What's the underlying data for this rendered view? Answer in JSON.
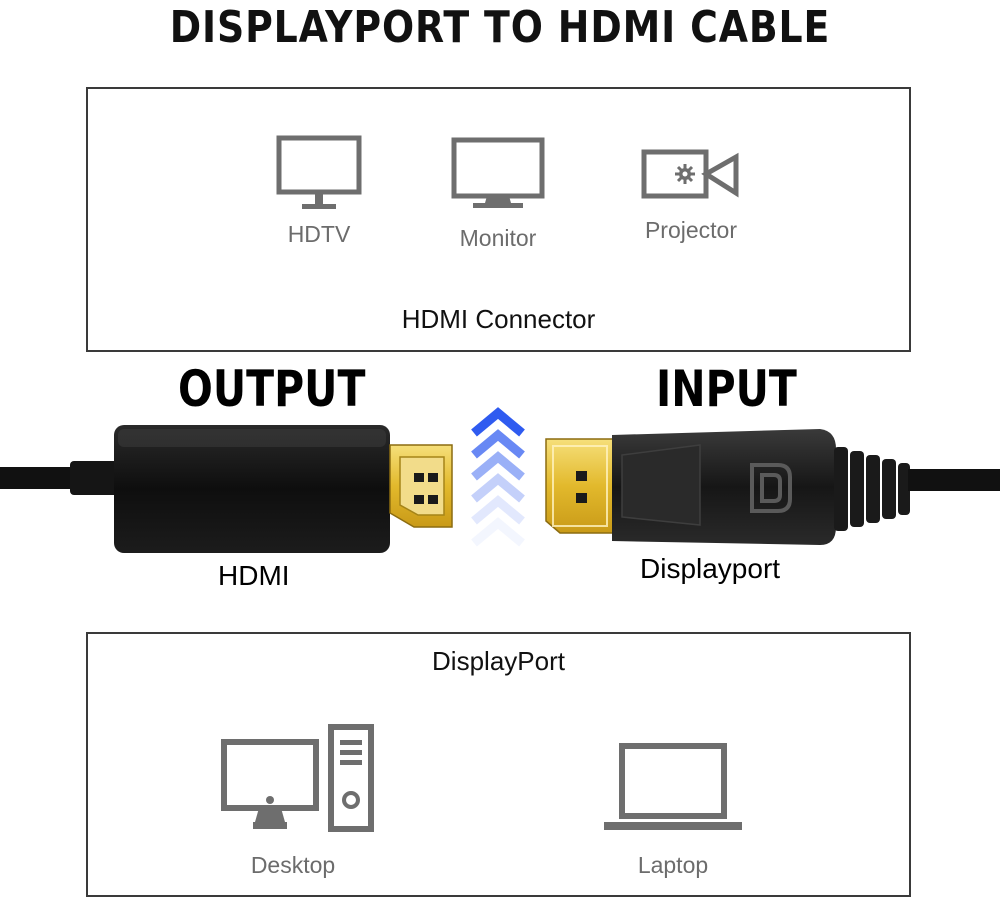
{
  "title": "DISPLAYPORT TO HDMI CABLE",
  "hdmi_panel": {
    "devices": [
      {
        "label": "HDTV",
        "icon": "hdtv-icon"
      },
      {
        "label": "Monitor",
        "icon": "monitor-icon"
      },
      {
        "label": "Projector",
        "icon": "projector-icon"
      }
    ],
    "caption": "HDMI Connector"
  },
  "cable": {
    "output_label": "OUTPUT",
    "input_label": "INPUT",
    "hdmi_label": "HDMI",
    "displayport_label": "Displayport",
    "arrow_color": "#2f5bf0",
    "gold_color": "#e6c233"
  },
  "dp_panel": {
    "caption": "DisplayPort",
    "devices": [
      {
        "label": "Desktop",
        "icon": "desktop-icon"
      },
      {
        "label": "Laptop",
        "icon": "laptop-icon"
      }
    ]
  }
}
